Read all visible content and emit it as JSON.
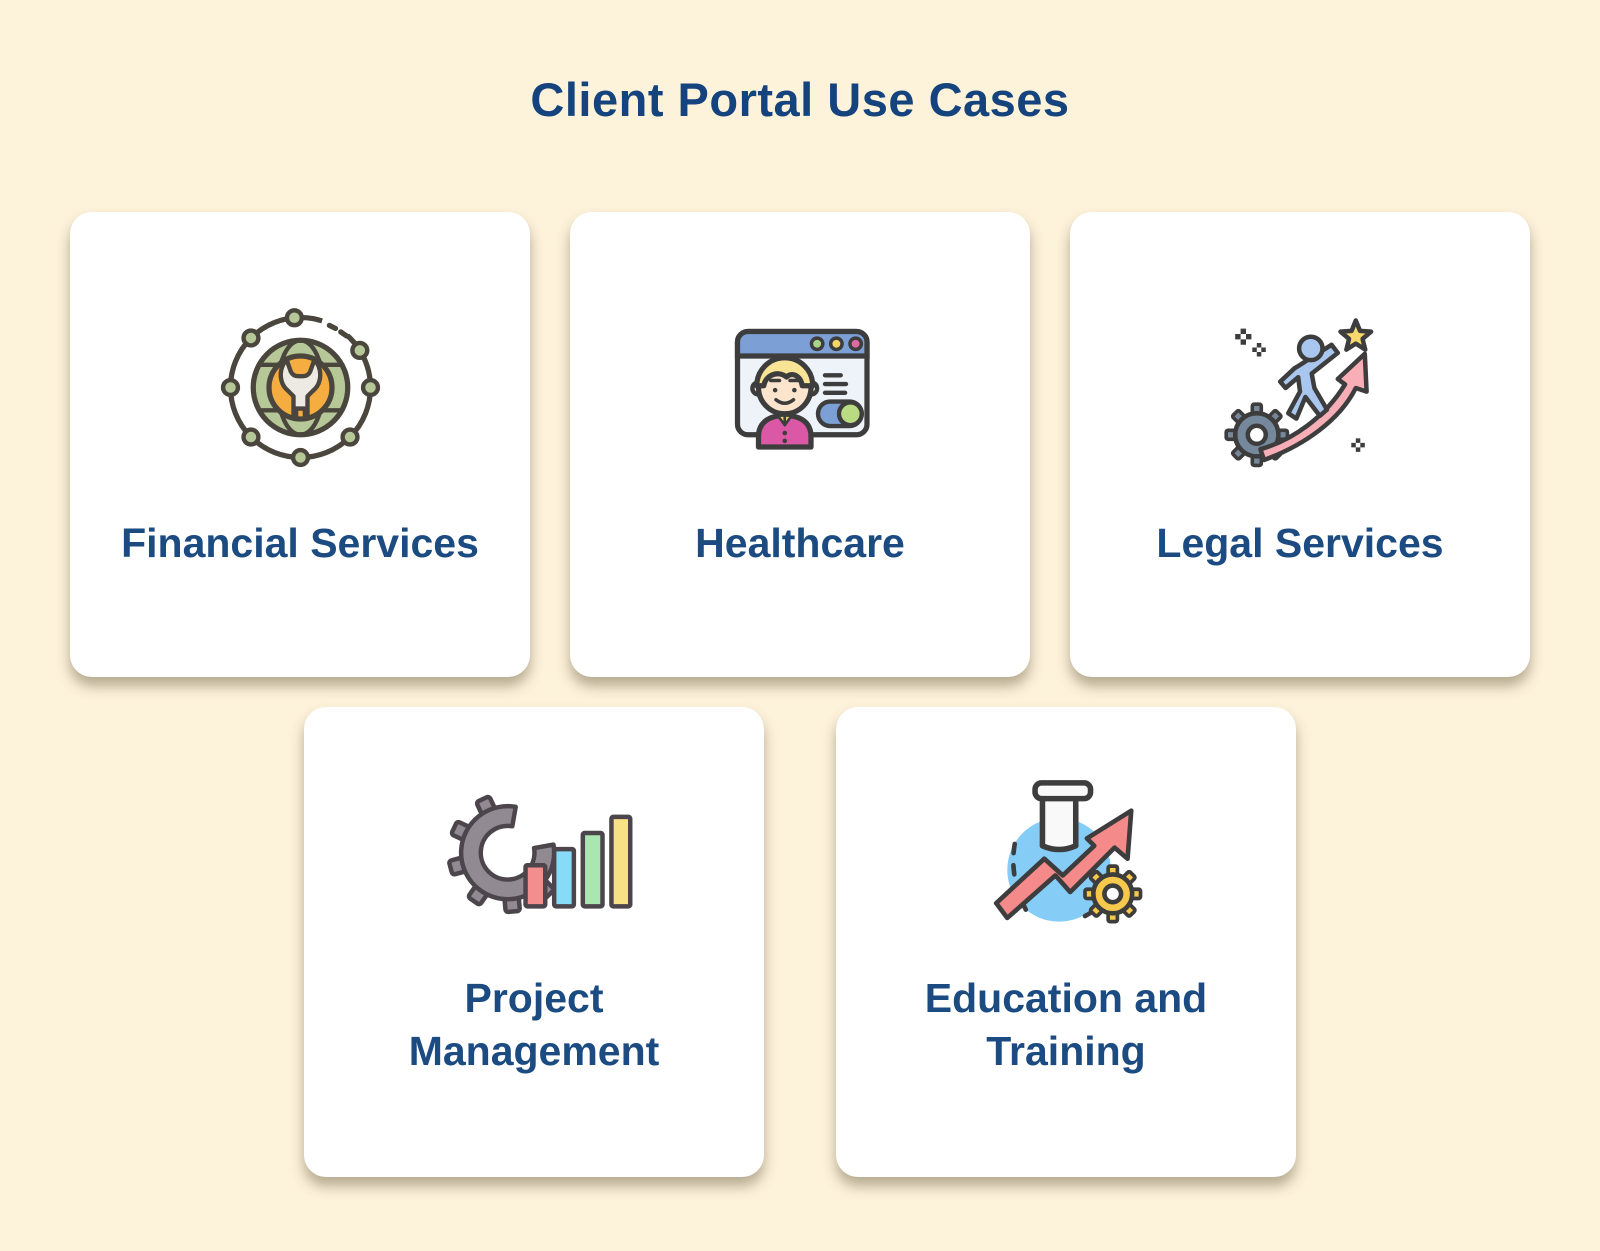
{
  "title": "Client Portal Use Cases",
  "cards": [
    {
      "label": "Financial Services",
      "icon": "globe-wrench-network-icon"
    },
    {
      "label": "Healthcare",
      "icon": "telehealth-browser-icon"
    },
    {
      "label": "Legal Services",
      "icon": "person-rising-arrow-star-icon"
    },
    {
      "label": "Project Management",
      "icon": "gear-bar-chart-icon"
    },
    {
      "label": "Education and Training",
      "icon": "flask-growth-arrow-gear-icon"
    }
  ],
  "colors": {
    "background": "#fdf2da",
    "card_background": "#ffffff",
    "title_text": "#14437d",
    "label_text": "#1b4b80",
    "icon_outline": "#3d3d3d",
    "accent_orange": "#f5ad41",
    "accent_green": "#b6c897",
    "accent_blue": "#7c9fd6",
    "accent_pink": "#da58a5",
    "accent_red": "#f48a8a",
    "accent_cyan": "#87dbf8",
    "accent_yellow": "#f6d465",
    "accent_star_yellow": "#f7d96e",
    "accent_light_blue": "#a9c6ee",
    "accent_sky": "#85cdf7",
    "gear_gray": "#928a92"
  }
}
